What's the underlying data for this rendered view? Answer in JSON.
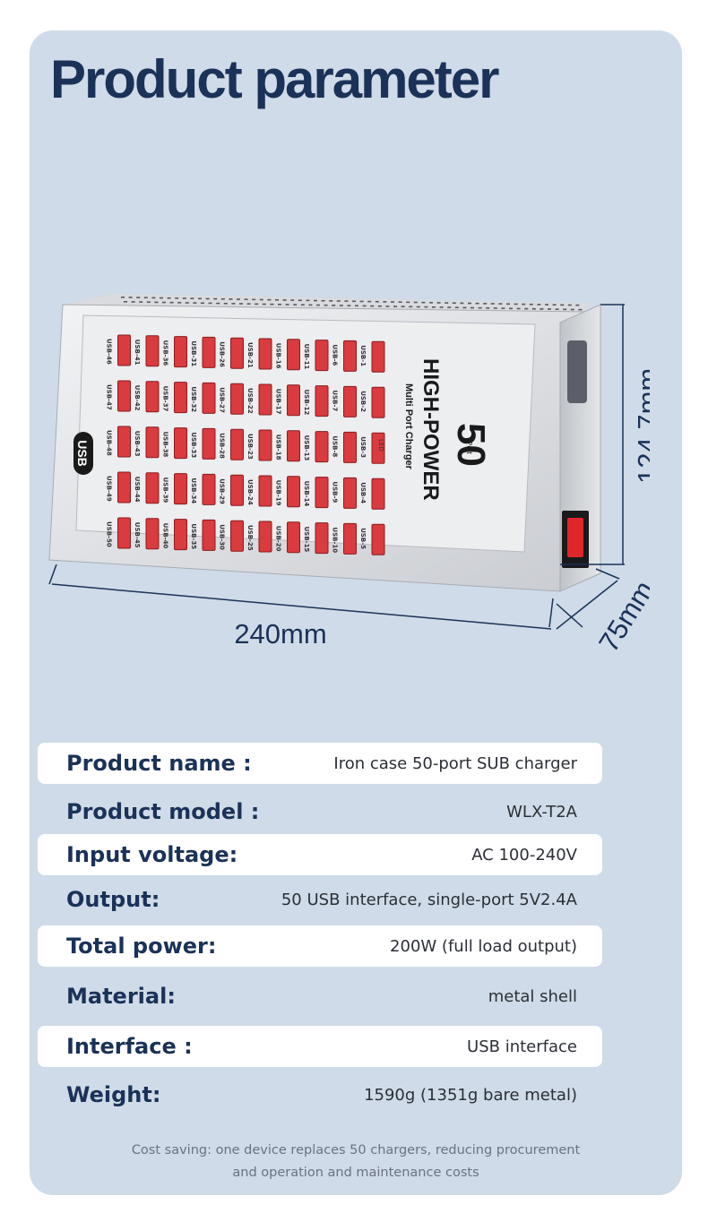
{
  "title": "Product parameter",
  "product_figure": {
    "brand_main": "HIGH-POWER",
    "brand_sub": "Multi Port Charger",
    "logo_number": "50",
    "logo_word": "Port",
    "usb_tag": "USB",
    "led_label": "LED",
    "port_labels": [
      "USB-1",
      "USB-2",
      "USB-3",
      "USB-4",
      "USB-5",
      "USB-6",
      "USB-7",
      "USB-8",
      "USB-9",
      "USB-10",
      "USB-11",
      "USB-12",
      "USB-13",
      "USB-14",
      "USB-15",
      "USB-16",
      "USB-17",
      "USB-18",
      "USB-19",
      "USB-20",
      "USB-21",
      "USB-22",
      "USB-23",
      "USB-24",
      "USB-25",
      "USB-26",
      "USB-27",
      "USB-28",
      "USB-29",
      "USB-30",
      "USB-31",
      "USB-32",
      "USB-33",
      "USB-34",
      "USB-35",
      "USB-36",
      "USB-37",
      "USB-38",
      "USB-39",
      "USB-40",
      "USB-41",
      "USB-42",
      "USB-43",
      "USB-44",
      "USB-45",
      "USB-46",
      "USB-47",
      "USB-48",
      "USB-49",
      "USB-50"
    ],
    "dimensions": {
      "width": "240mm",
      "height": "124.7mm",
      "depth": "75mm"
    },
    "colors": {
      "port_red": "#d93b3e",
      "switch_red": "#e0262a",
      "dimension_line": "#1b3258"
    }
  },
  "specs": [
    {
      "label": "Product name :",
      "value": "Iron case 50-port SUB charger"
    },
    {
      "label": "Product model :",
      "value": "WLX-T2A"
    },
    {
      "label": "Input voltage:",
      "value": "AC 100-240V"
    },
    {
      "label": "Output:",
      "value": "50 USB interface, single-port 5V2.4A"
    },
    {
      "label": "Total power:",
      "value": "200W (full load output)"
    },
    {
      "label": "Material:",
      "value": "metal shell"
    },
    {
      "label": "Interface :",
      "value": "USB interface"
    },
    {
      "label": "Weight:",
      "value": "1590g (1351g bare metal)"
    }
  ],
  "footnote": {
    "line1": "Cost saving: one device replaces 50 chargers, reducing procurement",
    "line2": "and operation and maintenance costs"
  },
  "colors": {
    "card_bg": "#cfdbe8",
    "heading": "#1b3258",
    "row_bg": "#ffffff"
  }
}
